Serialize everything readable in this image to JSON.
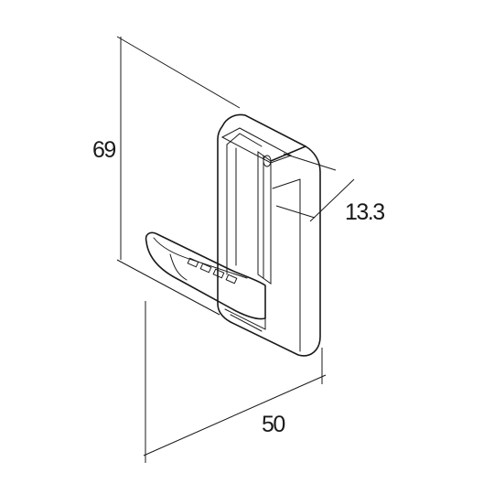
{
  "dimensions": {
    "height": "69",
    "depth": "13.3",
    "width": "50"
  },
  "colors": {
    "line": "#1a1a1a",
    "background": "#ffffff"
  }
}
